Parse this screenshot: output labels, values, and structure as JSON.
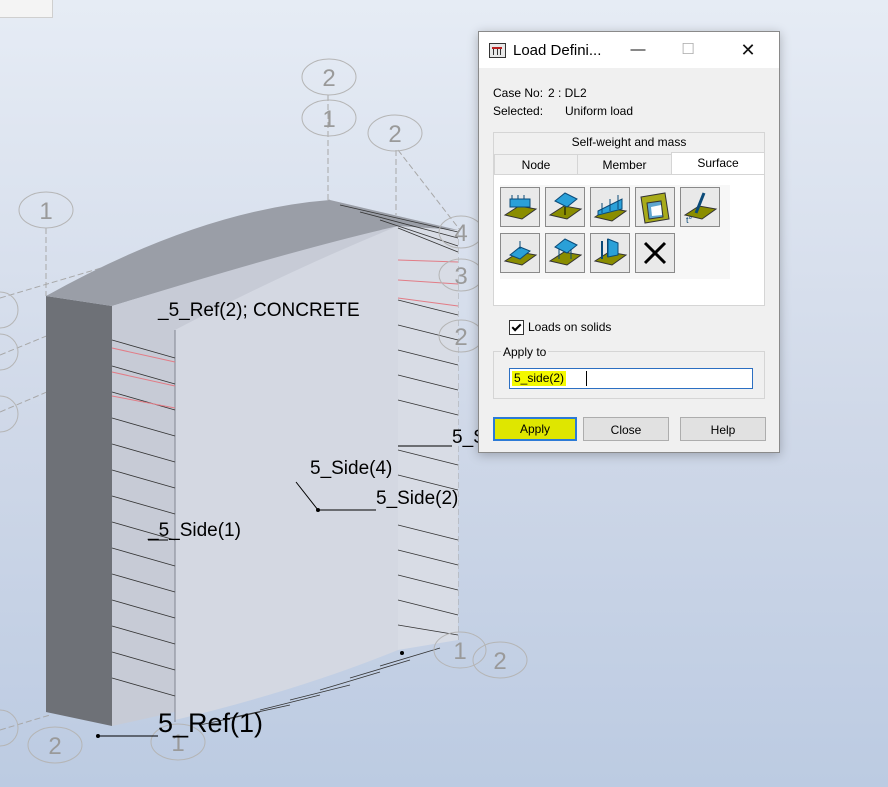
{
  "viewport": {
    "object_labels": {
      "ref2": "_5_Ref(2); CONCRETE",
      "side4": "5_Side(4)",
      "side2": "5_Side(2)",
      "side1": "_5_Side(1)",
      "side_cut": "5_S",
      "ref1": "5_Ref(1)"
    },
    "grid_markers": [
      "2",
      "1",
      "2",
      "1",
      "4",
      "3",
      "2",
      "1",
      "2",
      "2",
      "1"
    ]
  },
  "dialog": {
    "title": "Load Defini...",
    "case_label": "Case No:",
    "case_value": "2 : DL2",
    "selected_label": "Selected:",
    "selected_value": "Uniform load",
    "section_label": "Self-weight and mass",
    "tabs": [
      {
        "label": "Node",
        "selected": false
      },
      {
        "label": "Member",
        "selected": false
      },
      {
        "label": "Surface",
        "selected": true
      }
    ],
    "load_icons": [
      "uniform-planar-load-icon",
      "point-load-on-surface-icon",
      "linear-load-on-edge-icon",
      "hydrostatic-load-icon",
      "surface-load-by-3-points-icon",
      "planar-load-on-contour-icon",
      "concentrated-load-icon",
      "edge-load-icon",
      "delete-load-icon"
    ],
    "loads_on_solids_label": "Loads on solids",
    "loads_on_solids_checked": true,
    "apply_to_label": "Apply to",
    "apply_to_value": "5_side(2)",
    "buttons": {
      "apply": "Apply",
      "close": "Close",
      "help": "Help"
    },
    "colors": {
      "highlight": "#f4f900",
      "focus_blue": "#2c7ad6"
    }
  }
}
